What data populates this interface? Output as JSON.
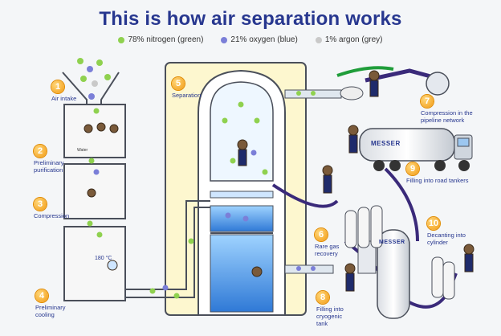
{
  "title": "This is how air separation works",
  "legend": [
    {
      "label": "78% nitrogen (green)",
      "color": "#8fd14f"
    },
    {
      "label": "21% oxygen (blue)",
      "color": "#7b7fd8"
    },
    {
      "label": "1% argon (grey)",
      "color": "#c9c9c9"
    }
  ],
  "steps": [
    {
      "num": "1",
      "label": "Air intake"
    },
    {
      "num": "2",
      "label": "Preliminary purification"
    },
    {
      "num": "3",
      "label": "Compression"
    },
    {
      "num": "4",
      "label": "Preliminary cooling"
    },
    {
      "num": "5",
      "label": "Separation"
    },
    {
      "num": "6",
      "label": "Rare gas recovery"
    },
    {
      "num": "7",
      "label": "Compression in the pipeline network"
    },
    {
      "num": "8",
      "label": "Filling into cryogenic tank"
    },
    {
      "num": "9",
      "label": "Filling into road tankers"
    },
    {
      "num": "10",
      "label": "Decanting into cylinder"
    }
  ],
  "brand": "MESSER",
  "cooler_temp": "180 °C",
  "sign": "Water",
  "colors": {
    "accent": "#27378f",
    "badge": "#f29a12",
    "pipe": "#4a4f5a",
    "hose": "#3a2a7a"
  }
}
